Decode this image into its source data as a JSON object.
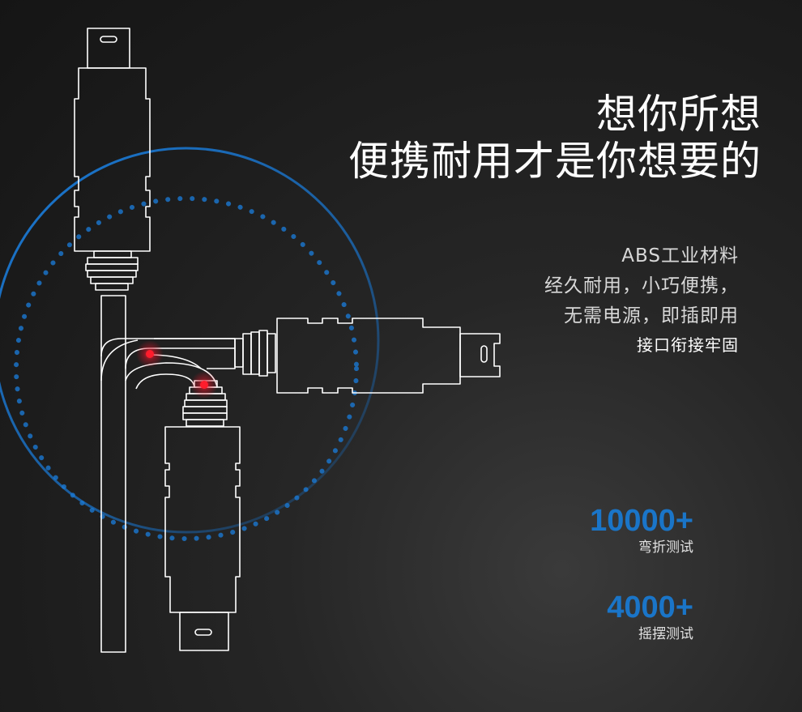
{
  "headline": {
    "line1": "想你所想",
    "line2": "便携耐用才是你想要的"
  },
  "features": [
    "ABS工业材料",
    "经久耐用，小巧便携，",
    "无需电源，即插即用",
    "接口衔接牢固"
  ],
  "stats": [
    {
      "value": "10000+",
      "label": "弯折测试"
    },
    {
      "value": "4000+",
      "label": "摇摆测试"
    }
  ],
  "colors": {
    "accent": "#1a75c8",
    "background": "#1f1f1f",
    "line": "#ffffff",
    "highlight": "#e8102a"
  },
  "illustration": {
    "type": "line-art-cable-bend",
    "icons": [
      "usb-plug-icon",
      "bend-point-icon"
    ]
  }
}
